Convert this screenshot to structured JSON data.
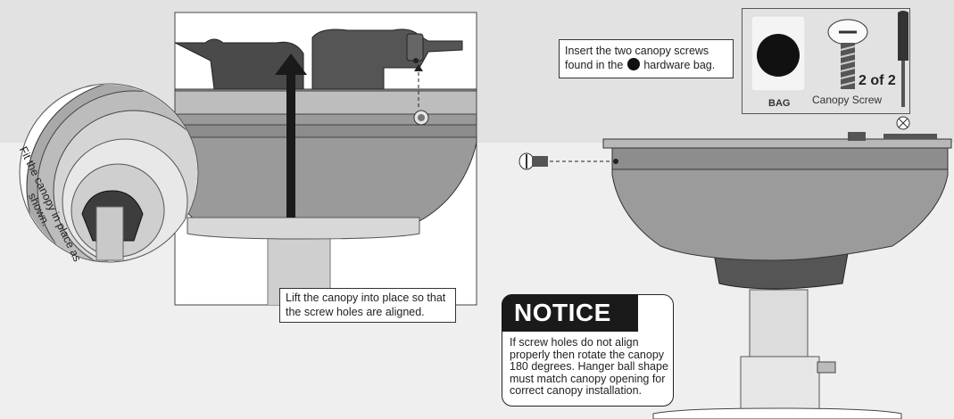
{
  "curved_caption": "Fit the canopy in place as shown.",
  "callout_lift": {
    "line1": "Lift the canopy into place so that",
    "line2": "the screw holes are aligned."
  },
  "callout_insert": {
    "line1": "Insert the two canopy screws",
    "line2_prefix": "found in the",
    "line2_suffix": "hardware bag."
  },
  "kit": {
    "bag_label": "BAG",
    "screw_label": "Canopy Screw",
    "quantity": "2 of 2"
  },
  "notice": {
    "title": "NOTICE",
    "lines": [
      "If screw holes do not align",
      "properly then rotate the canopy",
      "180 degrees. Hanger ball shape",
      "must match canopy opening for",
      "correct canopy installation."
    ]
  }
}
